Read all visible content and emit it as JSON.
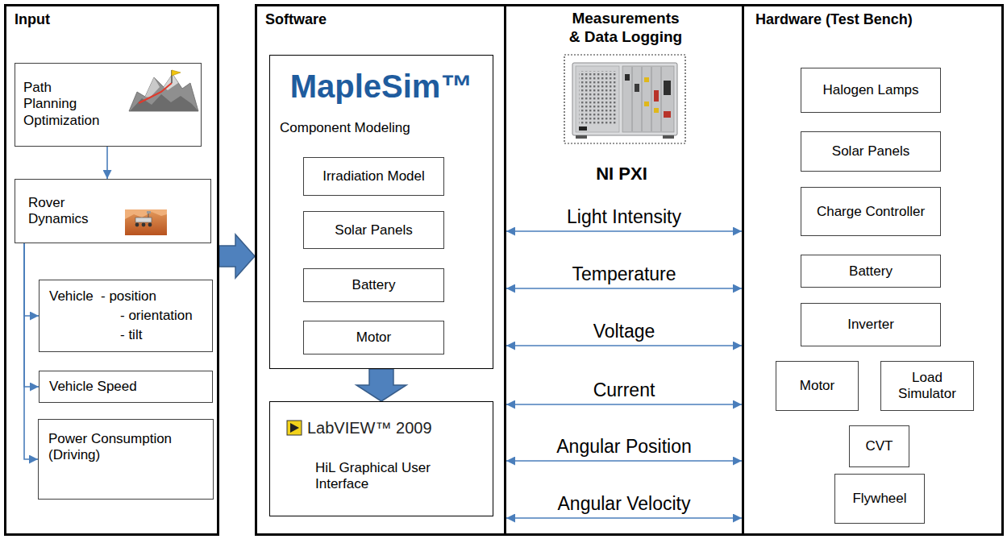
{
  "diagram": {
    "nodes": [
      {
        "text": [
          "Input"
        ]
      },
      {
        "text": [
          "Path Planning Optimization"
        ],
        "in": 0
      },
      {
        "text": [
          "Rover Dynamics"
        ],
        "in": 0
      },
      {
        "text": [
          "Vehicle",
          "- position",
          "- orientation",
          "- tilt"
        ],
        "in": 0
      },
      {
        "text": [
          "Vehicle Speed"
        ],
        "in": 0
      },
      {
        "text": [
          "Power Consumption (Driving)"
        ],
        "in": 0
      },
      {
        "text": [
          "Software"
        ]
      },
      {
        "text": [
          "MapleSim™",
          "Component Modeling"
        ],
        "in": 6
      },
      {
        "text": [
          "Irradiation Model"
        ],
        "in": 7
      },
      {
        "text": [
          "Solar Panels"
        ],
        "in": 7
      },
      {
        "text": [
          "Battery"
        ],
        "in": 7
      },
      {
        "text": [
          "Motor"
        ],
        "in": 7
      },
      {
        "text": [
          "LabVIEW™ 2009",
          "HiL Graphical User Interface"
        ],
        "in": 6
      },
      {
        "text": [
          "Hardware (Test Bench)"
        ]
      },
      {
        "text": [
          "Halogen Lamps"
        ],
        "in": 13
      },
      {
        "text": [
          "Solar Panels"
        ],
        "in": 13
      },
      {
        "text": [
          "Charge Controller"
        ],
        "in": 13
      },
      {
        "text": [
          "Battery"
        ],
        "in": 13
      },
      {
        "text": [
          "Inverter"
        ],
        "in": 13
      },
      {
        "text": [
          "Motor"
        ],
        "in": 13
      },
      {
        "text": [
          "Load Simulator"
        ],
        "in": 13
      },
      {
        "text": [
          "CVT"
        ],
        "in": 13
      },
      {
        "text": [
          "Flywheel"
        ],
        "in": 13
      }
    ],
    "edges": [
      {
        "from": 1,
        "to": 2,
        "arrow": "to"
      },
      {
        "from": 2,
        "to": 3,
        "arrow": "to"
      },
      {
        "from": 2,
        "to": 4,
        "arrow": "to"
      },
      {
        "from": 2,
        "to": 5,
        "arrow": "to"
      },
      {
        "from": 0,
        "to": 6,
        "arrow": "to"
      },
      {
        "from": 7,
        "to": 12,
        "arrow": "to"
      },
      {
        "from": 6,
        "to": 13,
        "label": "Light Intensity",
        "arrow": "both"
      },
      {
        "from": 6,
        "to": 13,
        "label": "Temperature",
        "arrow": "both"
      },
      {
        "from": 6,
        "to": 13,
        "label": "Voltage",
        "arrow": "both"
      },
      {
        "from": 6,
        "to": 13,
        "label": "Current",
        "arrow": "both"
      },
      {
        "from": 6,
        "to": 13,
        "label": "Angular Position",
        "arrow": "both"
      },
      {
        "from": 6,
        "to": 13,
        "label": "Angular Velocity",
        "arrow": "both"
      }
    ],
    "labels": [
      "Measurements & Data Logging",
      "NI PXI"
    ]
  }
}
